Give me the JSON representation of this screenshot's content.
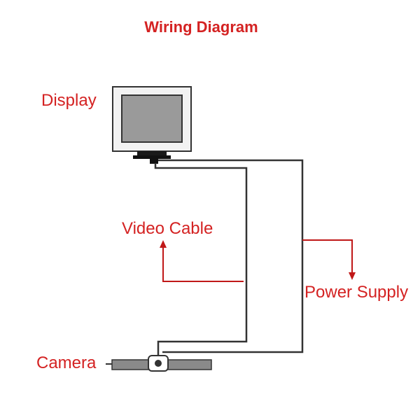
{
  "diagram": {
    "title": "Wiring Diagram",
    "labels": {
      "display": "Display",
      "video_cable": "Video Cable",
      "power_supply": "Power Supply",
      "camera": "Camera"
    },
    "colors": {
      "label_red": "#d42222",
      "wire": "#333333",
      "monitor_frame": "#f2f2f2",
      "monitor_screen": "#9a9a9a"
    }
  }
}
